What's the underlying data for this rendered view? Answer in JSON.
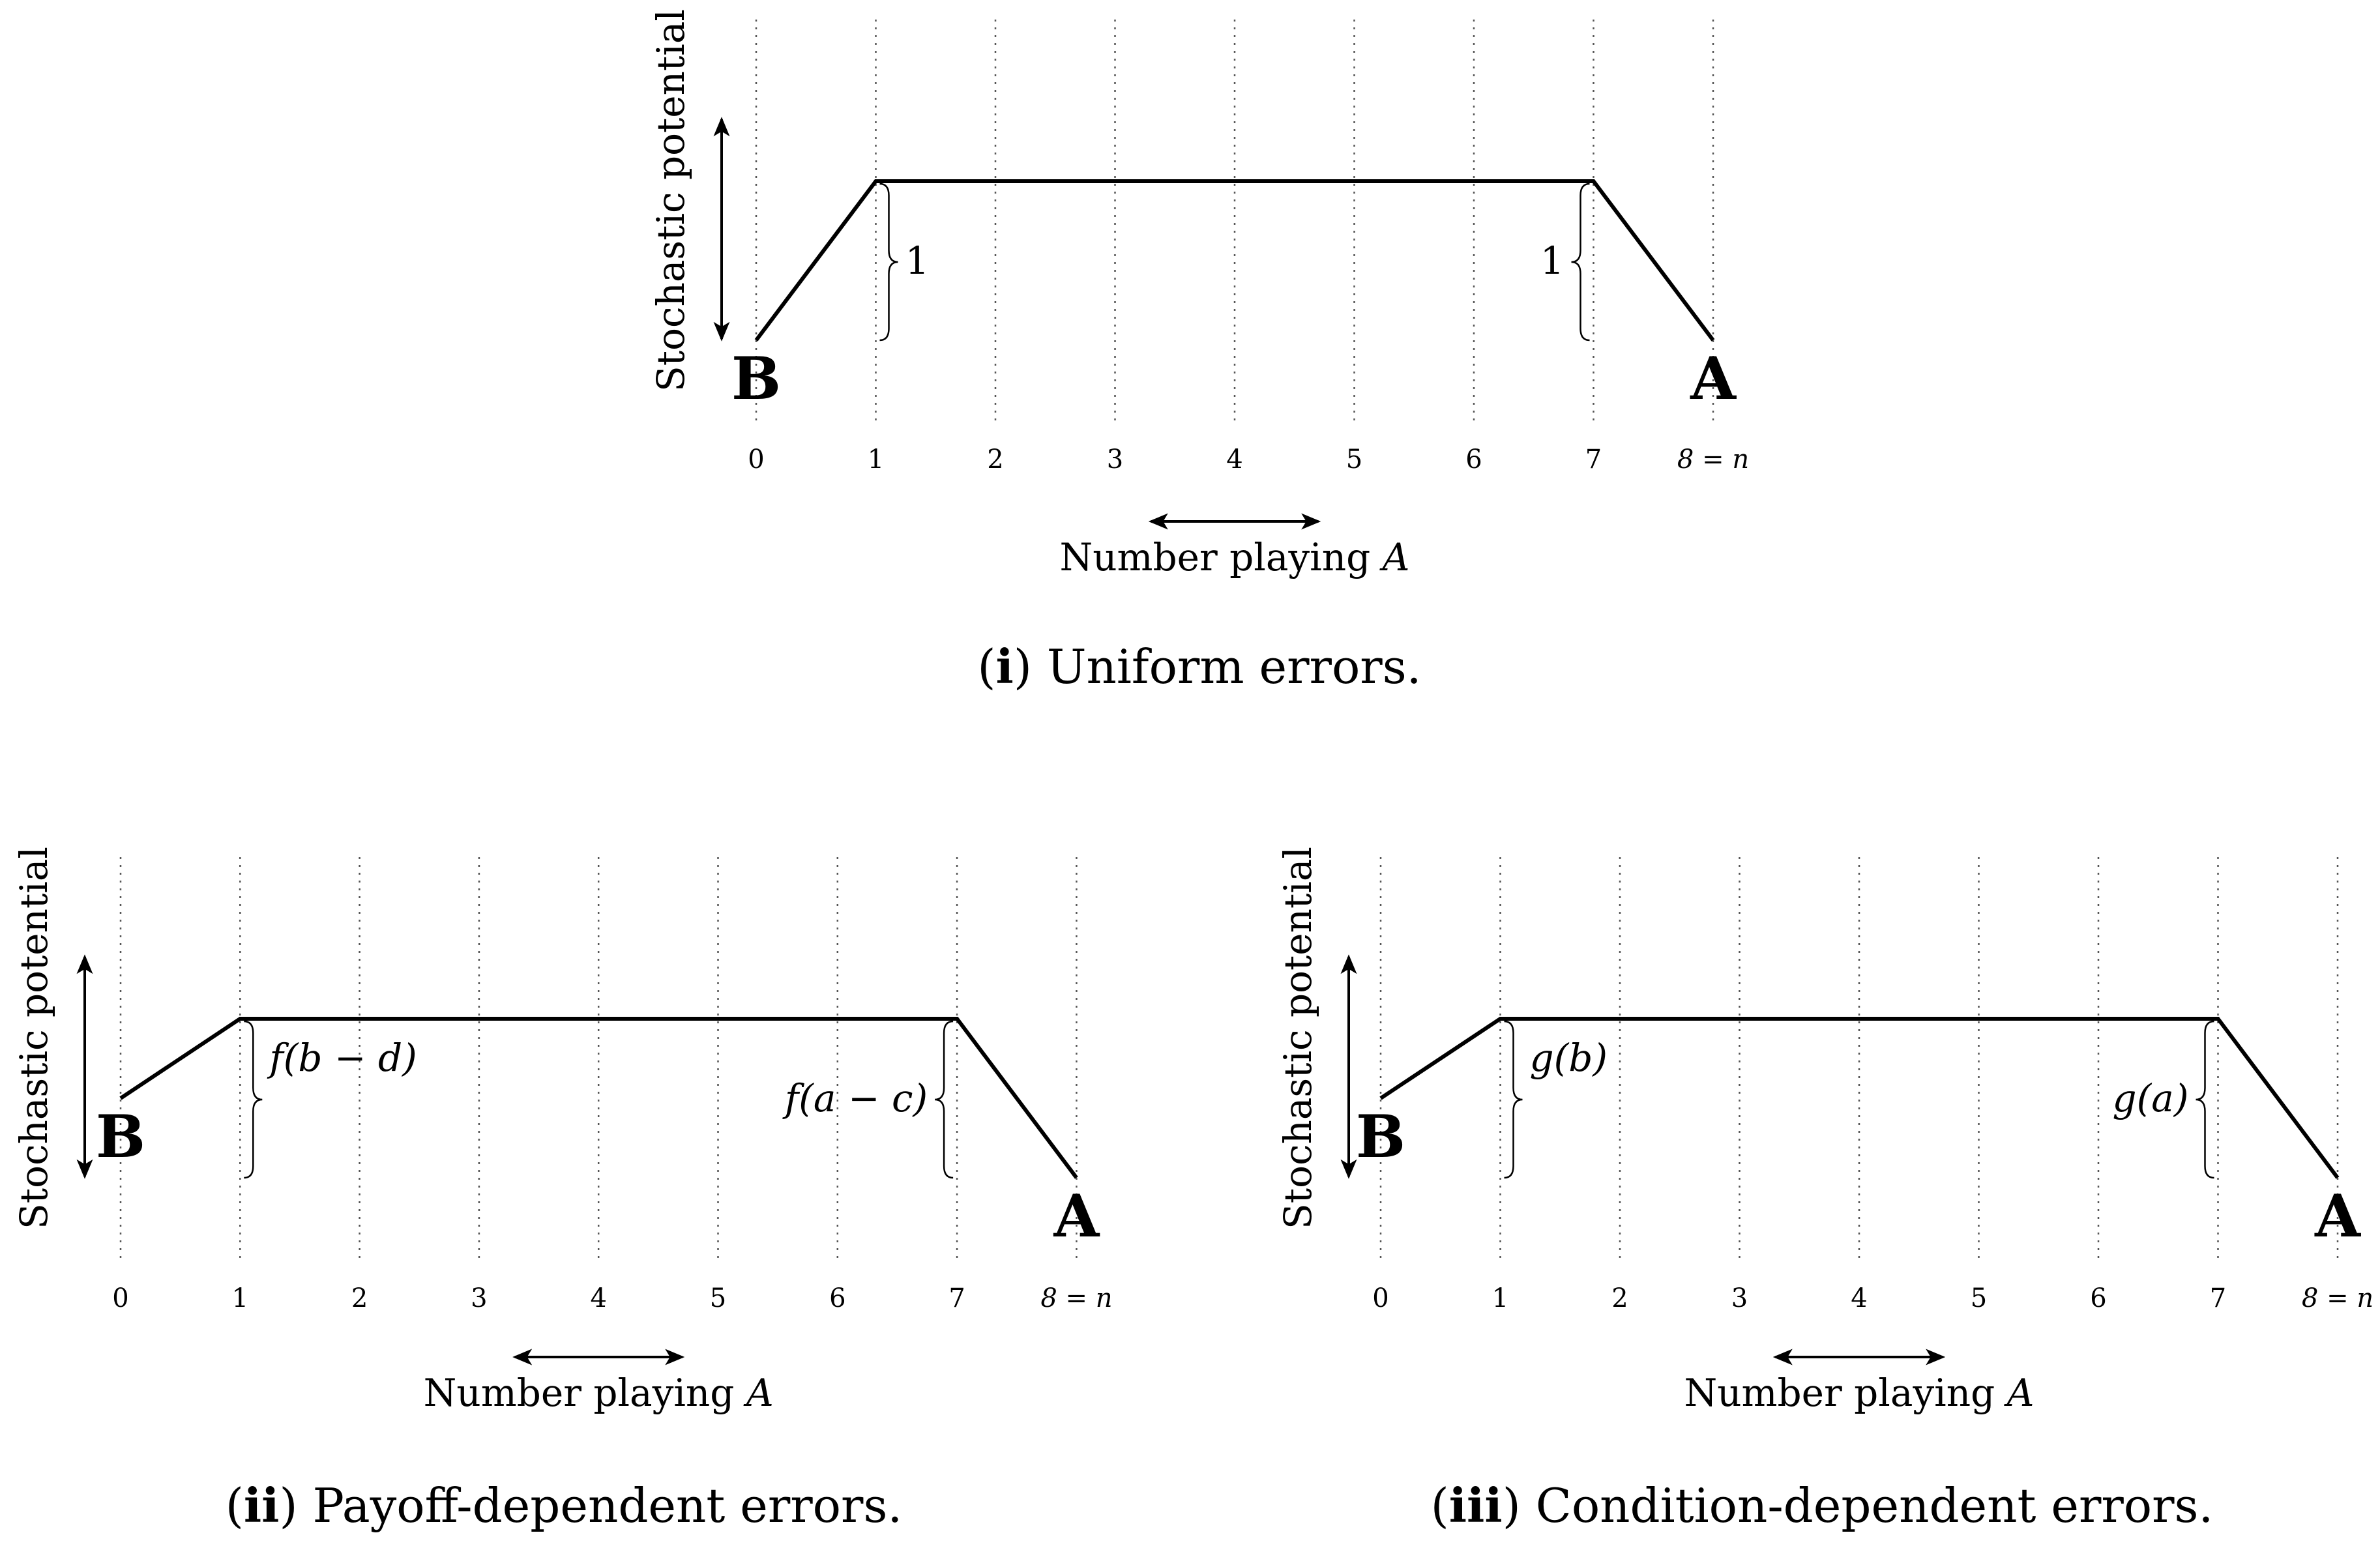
{
  "panels": [
    {
      "id": "i",
      "y_label": "Stochastic potential",
      "x_label": "Number playing ",
      "x_label_var": "A",
      "ticks": [
        "0",
        "1",
        "2",
        "3",
        "4",
        "5",
        "6",
        "7",
        "8 = n"
      ],
      "endpoint_left": "B",
      "endpoint_right": "A",
      "left_rise_label": "1",
      "right_drop_label": "1",
      "caption_prefix": "i",
      "caption_text": " Uniform errors.",
      "profile": {
        "start": 0,
        "plateau": 1,
        "end": 0
      }
    },
    {
      "id": "ii",
      "y_label": "Stochastic potential",
      "x_label": "Number playing ",
      "x_label_var": "A",
      "ticks": [
        "0",
        "1",
        "2",
        "3",
        "4",
        "5",
        "6",
        "7",
        "8 = n"
      ],
      "endpoint_left": "B",
      "endpoint_right": "A",
      "left_rise_label": "f(b − d)",
      "right_drop_label": "f(a − c)",
      "caption_prefix": "ii",
      "caption_text": " Payoff-dependent errors.",
      "profile": {
        "start": 0.5,
        "plateau": 1,
        "end": 0
      }
    },
    {
      "id": "iii",
      "y_label": "Stochastic potential",
      "x_label": "Number playing ",
      "x_label_var": "A",
      "ticks": [
        "0",
        "1",
        "2",
        "3",
        "4",
        "5",
        "6",
        "7",
        "8 = n"
      ],
      "endpoint_left": "B",
      "endpoint_right": "A",
      "left_rise_label": "g(b)",
      "right_drop_label": "g(a)",
      "caption_prefix": "iii",
      "caption_text": " Condition-dependent errors.",
      "profile": {
        "start": 0.5,
        "plateau": 1,
        "end": 0
      }
    }
  ],
  "colors": {
    "line": "#000000",
    "gridline": "#555555"
  }
}
